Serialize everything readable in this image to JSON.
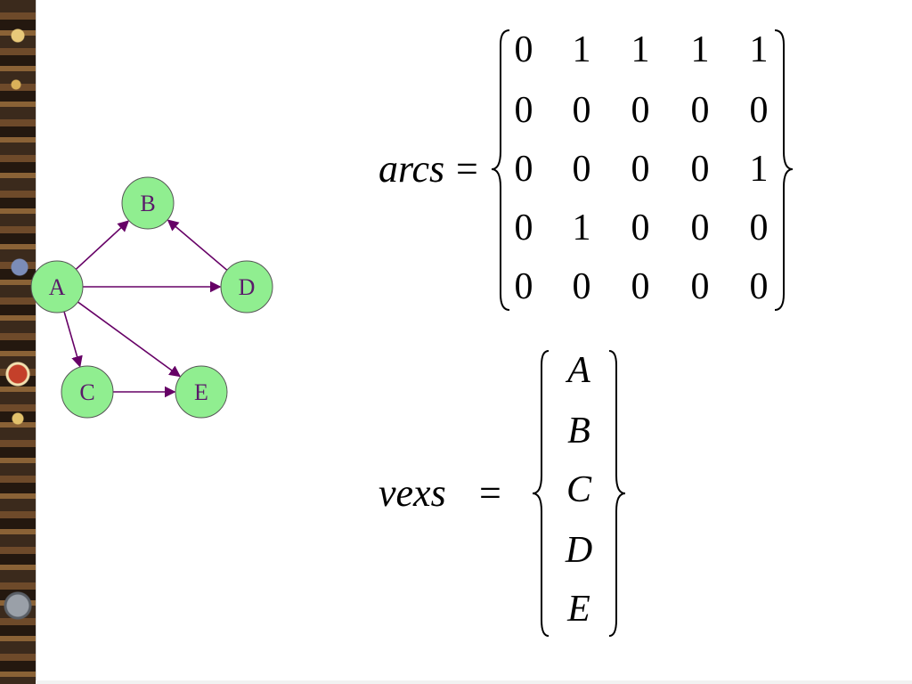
{
  "graph": {
    "nodes": [
      {
        "id": "A",
        "label": "A"
      },
      {
        "id": "B",
        "label": "B"
      },
      {
        "id": "C",
        "label": "C"
      },
      {
        "id": "D",
        "label": "D"
      },
      {
        "id": "E",
        "label": "E"
      }
    ],
    "edges": [
      {
        "from": "A",
        "to": "B"
      },
      {
        "from": "A",
        "to": "C"
      },
      {
        "from": "A",
        "to": "D"
      },
      {
        "from": "A",
        "to": "E"
      },
      {
        "from": "C",
        "to": "E"
      },
      {
        "from": "D",
        "to": "B"
      }
    ],
    "node_fill": "#90ee90",
    "edge_color": "#660066",
    "label_color": "#5a1a6a"
  },
  "arcs": {
    "lhs": "arcs",
    "eq": "=",
    "rows": [
      [
        "0",
        "1",
        "1",
        "1",
        "1"
      ],
      [
        "0",
        "0",
        "0",
        "0",
        "0"
      ],
      [
        "0",
        "0",
        "0",
        "0",
        "1"
      ],
      [
        "0",
        "1",
        "0",
        "0",
        "0"
      ],
      [
        "0",
        "0",
        "0",
        "0",
        "0"
      ]
    ]
  },
  "vexs": {
    "lhs": "vexs",
    "eq": "=",
    "items": [
      "A",
      "B",
      "C",
      "D",
      "E"
    ]
  }
}
